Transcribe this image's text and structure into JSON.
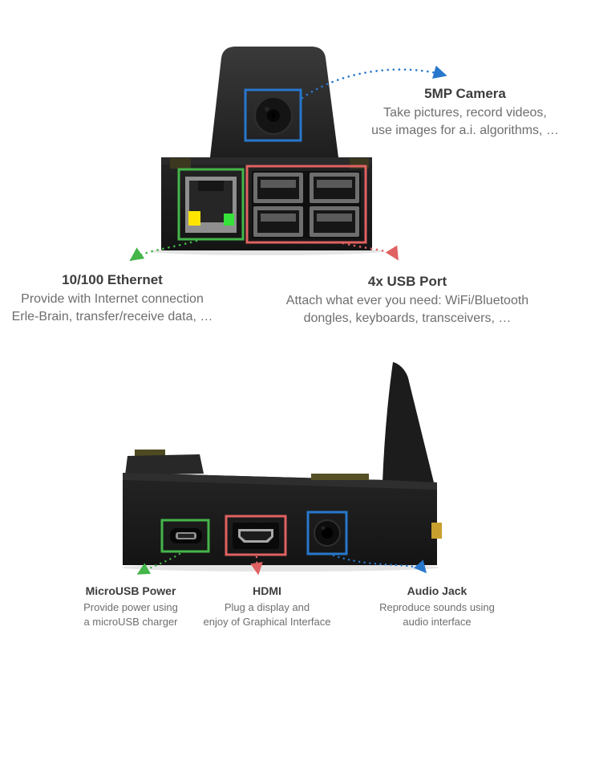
{
  "page": {
    "background": "#ffffff",
    "subject": "Erle-Brain hardware ports infographic"
  },
  "colors": {
    "highlight_blue": "#2777cc",
    "highlight_green": "#44b549",
    "highlight_red": "#e06161",
    "title_text": "#3d3d3d",
    "desc_text": "#6e6e6e",
    "device_body": "#1b1b1b",
    "ethernet_led_yellow": "#ffe400",
    "ethernet_led_green": "#35e23a"
  },
  "annotations": {
    "camera": {
      "title": "5MP Camera",
      "desc": [
        "Take pictures, record videos,",
        "use images for a.i. algorithms, …"
      ],
      "color": "#2777cc",
      "icon": "camera-lens"
    },
    "ethernet": {
      "title": "10/100 Ethernet",
      "desc": [
        "Provide with Internet connection",
        "Erle-Brain, transfer/receive data, …"
      ],
      "color": "#44b549",
      "icon": "ethernet-port"
    },
    "usb": {
      "title": "4x USB Port",
      "desc": [
        "Attach what ever you need: WiFi/Bluetooth",
        "dongles, keyboards, transceivers, …"
      ],
      "color": "#e06161",
      "icon": "usb-ports"
    },
    "microusb": {
      "title": "MicroUSB Power",
      "desc": [
        "Provide power using",
        "a microUSB charger"
      ],
      "color": "#44b549",
      "icon": "microusb-port"
    },
    "hdmi": {
      "title": "HDMI",
      "desc": [
        "Plug a display and",
        "enjoy of Graphical Interface"
      ],
      "color": "#e06161",
      "icon": "hdmi-port"
    },
    "audio": {
      "title": "Audio Jack",
      "desc": [
        "Reproduce sounds using",
        "audio interface"
      ],
      "color": "#2777cc",
      "icon": "audio-jack"
    }
  }
}
